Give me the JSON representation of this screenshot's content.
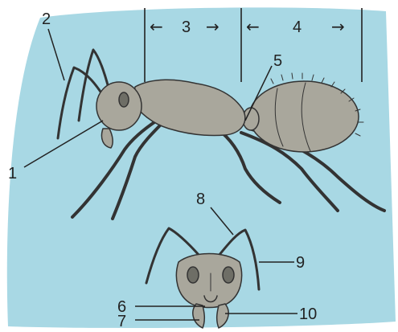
{
  "colors": {
    "background": "#a8d8e4",
    "ant_body": "#a9a79c",
    "ant_outline": "#333333",
    "line": "#222222"
  },
  "labels": {
    "l1": "1",
    "l2": "2",
    "l3": "3",
    "l4": "4",
    "l5": "5",
    "l6": "6",
    "l7": "7",
    "l8": "8",
    "l9": "9",
    "l10": "10"
  },
  "arrows": {
    "left": "←",
    "right": "→"
  }
}
